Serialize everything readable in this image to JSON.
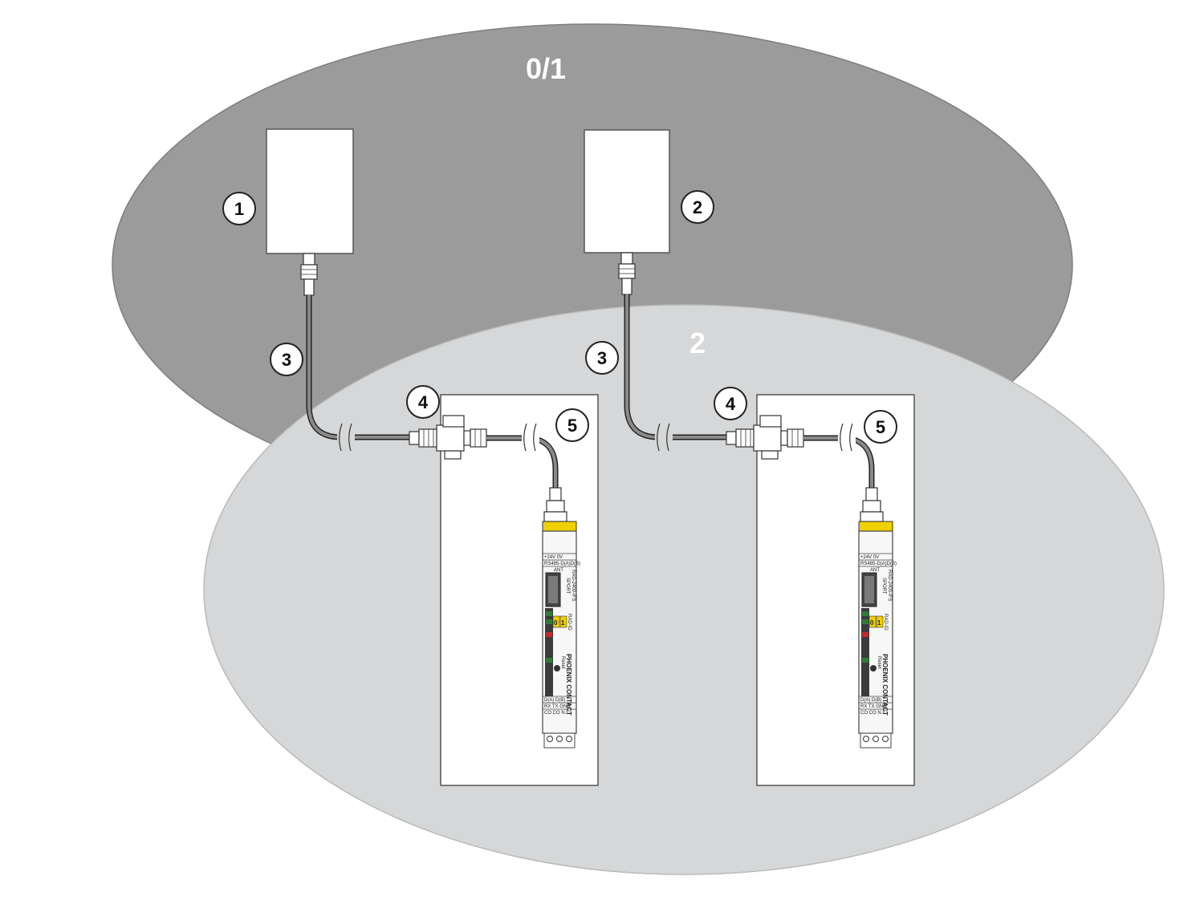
{
  "zones": {
    "outer": {
      "label": "0/1",
      "color": "#9a9b9a",
      "label_color": "#ffffff"
    },
    "inner": {
      "label": "2",
      "color": "#d6d7d8",
      "label_color": "#ffffff"
    }
  },
  "callouts": {
    "antenna_left": "1",
    "antenna_right": "2",
    "cable_left": "3",
    "cable_right": "3",
    "protector_left": "4",
    "protector_right": "4",
    "cabinet_left": "5",
    "cabinet_right": "5"
  },
  "module_labels": {
    "power": "+24V 0V",
    "rs485": "RS485-D(A)D(B)",
    "ant": "ANT",
    "sport": "SPORT",
    "model": "RAD-2400-IFS",
    "rad_id": "RAD-ID",
    "digit_0": "0",
    "digit_1": "1",
    "reset": "Reset",
    "brand": "PHOENIX CONTACT",
    "row1": "D(A) D(B)",
    "row2": "RX TX GND",
    "row3": "CO CO N.C."
  }
}
